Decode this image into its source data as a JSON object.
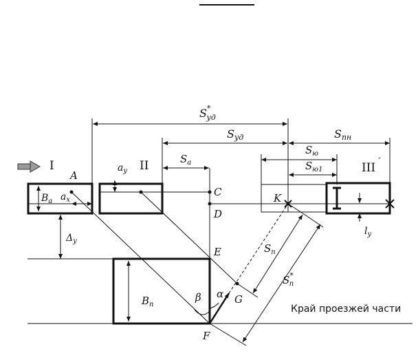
{
  "diagram": {
    "header_bar": "",
    "vehicles": {
      "first": {
        "roman": "I",
        "point": "A",
        "width": "B",
        "width_sub": "a"
      },
      "second": {
        "roman": "II"
      },
      "third": {
        "roman": "III",
        "mark": "´"
      }
    },
    "obstacle": {
      "width": "B",
      "width_sub": "п"
    },
    "points": {
      "C": "C",
      "D": "D",
      "E": "E",
      "F": "F",
      "G": "G",
      "K": "K"
    },
    "angles": {
      "alpha": "α",
      "beta": "β"
    },
    "dimensions": {
      "s_ud_star": {
        "main": "S",
        "sub": "уд",
        "sup": "*"
      },
      "s_ud": {
        "main": "S",
        "sub": "уд"
      },
      "s_a": {
        "main": "S",
        "sub": "а"
      },
      "s_yu": {
        "main": "S",
        "sub": "ю"
      },
      "s_yu1": {
        "main": "S",
        "sub": "ю1"
      },
      "s_pn": {
        "main": "S",
        "sub": "пн"
      },
      "s_p": {
        "main": "S",
        "sub": "п"
      },
      "s_p_star": {
        "main": "S",
        "sub": "п",
        "sup": "*"
      },
      "a_x": {
        "main": "a",
        "sub": "x"
      },
      "a_y": {
        "main": "a",
        "sub": "y"
      },
      "delta_y": {
        "main": "Δ",
        "sub": "y"
      },
      "l_y": {
        "main": "l",
        "sub": "y"
      }
    },
    "caption": "Край проезжей части"
  }
}
